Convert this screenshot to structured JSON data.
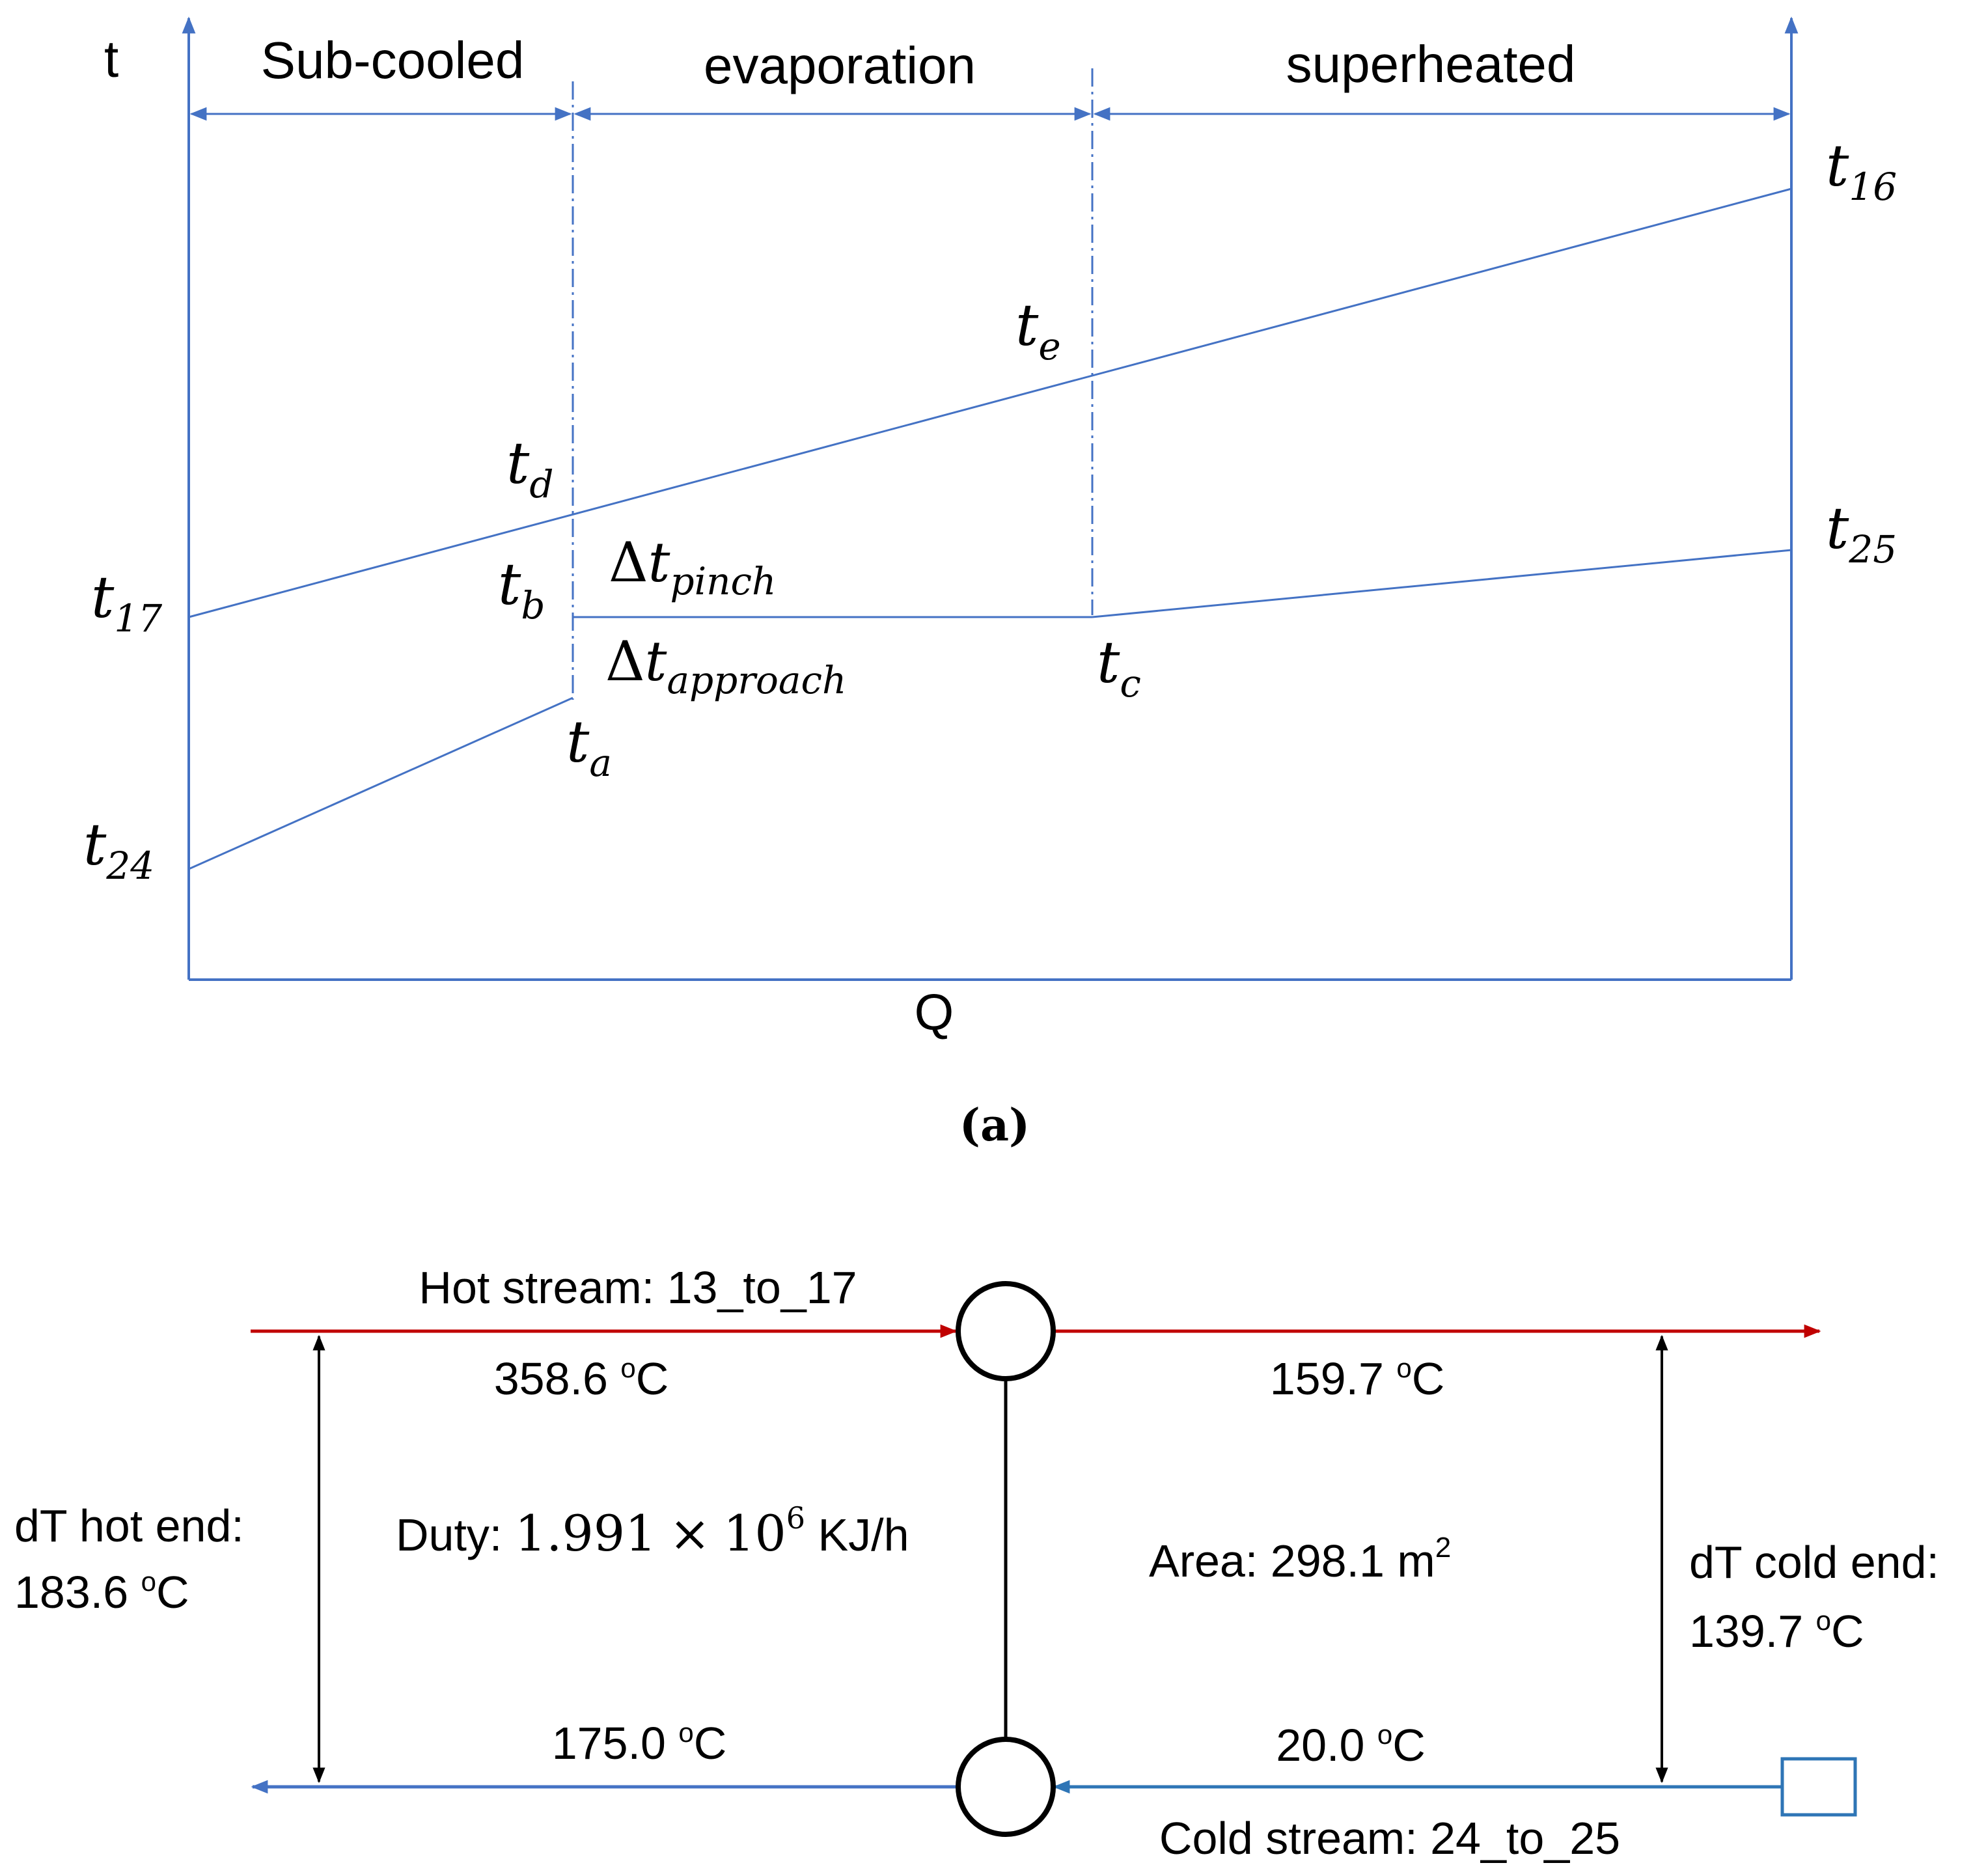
{
  "diagram_a": {
    "axis_y_label": "t",
    "axis_x_label": "Q",
    "regions": [
      "Sub-cooled",
      "evaporation",
      "superheated"
    ],
    "points": {
      "t16": {
        "symbol": "t",
        "subscript": "16"
      },
      "t17": {
        "symbol": "t",
        "subscript": "17"
      },
      "t24": {
        "symbol": "t",
        "subscript": "24"
      },
      "t25": {
        "symbol": "t",
        "subscript": "25"
      },
      "ta": {
        "symbol": "t",
        "subscript": "a"
      },
      "tb": {
        "symbol": "t",
        "subscript": "b"
      },
      "tc": {
        "symbol": "t",
        "subscript": "c"
      },
      "td": {
        "symbol": "t",
        "subscript": "d"
      },
      "te": {
        "symbol": "t",
        "subscript": "e"
      }
    },
    "pinch_label": {
      "prefix": "Δ",
      "symbol": "t",
      "subscript": "pinch"
    },
    "approach_label": {
      "prefix": "Δ",
      "symbol": "t",
      "subscript": "approach"
    },
    "caption": "(a)",
    "line_color": "#4472C4"
  },
  "diagram_b": {
    "hot_stream": {
      "label": "Hot stream: 13_to_17",
      "inlet_temp": "358.6",
      "outlet_temp": "159.7",
      "color": "#C00000"
    },
    "cold_stream": {
      "label": "Cold stream: 24_to_25",
      "inlet_temp": "20.0",
      "outlet_temp": "175.0",
      "color": "#2E75B6"
    },
    "temp_unit_sup": "o",
    "temp_unit": "C",
    "dt_hot_end": {
      "label": "dT hot end:",
      "value": "183.6"
    },
    "dt_cold_end": {
      "label": "dT cold end:",
      "value": "139.7"
    },
    "duty": {
      "label": "Duty:",
      "mantissa": "1.991",
      "times": "×",
      "base": "10",
      "exponent": "6",
      "unit": "KJ/h"
    },
    "area": {
      "label": "Area:",
      "value": "298.1",
      "unit": "m",
      "unit_sup": "2"
    }
  }
}
